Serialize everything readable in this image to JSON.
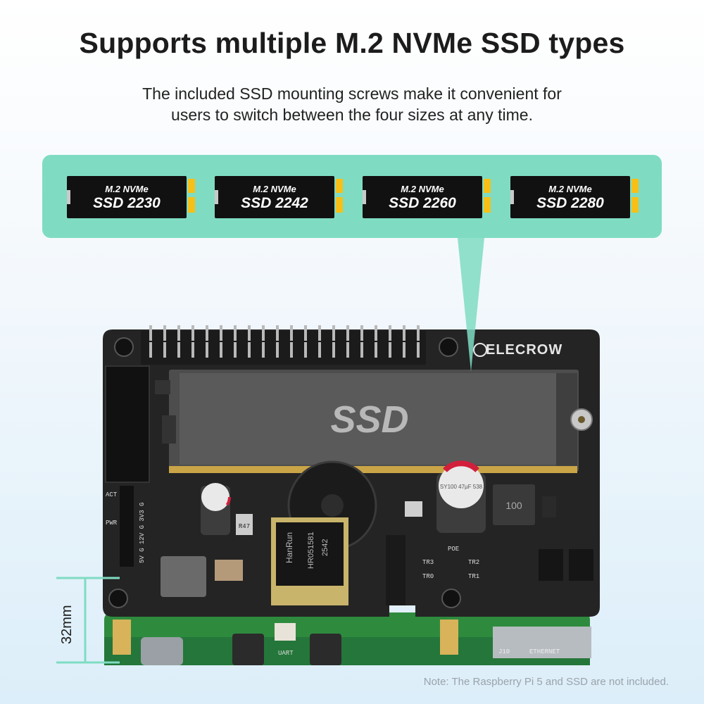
{
  "header": {
    "title": "Supports multiple M.2 NVMe SSD types",
    "subtitle_line1": "The included SSD mounting screws make it convenient for",
    "subtitle_line2": "users to switch between the four sizes at any time."
  },
  "ssd_types": [
    {
      "line1": "M.2 NVMe",
      "line2": "SSD 2230"
    },
    {
      "line1": "M.2 NVMe",
      "line2": "SSD 2242"
    },
    {
      "line1": "M.2 NVMe",
      "line2": "SSD 2260"
    },
    {
      "line1": "M.2 NVMe",
      "line2": "SSD 2280"
    }
  ],
  "board": {
    "brand": "ELECROW",
    "ssd_label": "SSD",
    "inductor_label": "100",
    "resistor_label": "R47",
    "chip_text": "HanRun",
    "chip_part": "HR051581",
    "chip_code": "2542",
    "capacitor_text": "SY100 47µF 538",
    "tr_labels": [
      "TR3",
      "TR2",
      "TR0",
      "TR1"
    ],
    "poe_label": "POE",
    "pin_labels": "5V G 12V G 3V3 G",
    "act_label": "ACT",
    "pwr_label": "PWR",
    "uart_label": "UART",
    "ethernet_label": "ETHERNET",
    "j10_label": "J10"
  },
  "dimension": {
    "label": "32mm"
  },
  "footer": {
    "note": "Note: The Raspberry Pi 5 and SSD are not included."
  },
  "colors": {
    "banner": "#7fdcc3",
    "board": "#242424",
    "pi_board": "#2e8b3e",
    "gold": "#f6c019"
  }
}
